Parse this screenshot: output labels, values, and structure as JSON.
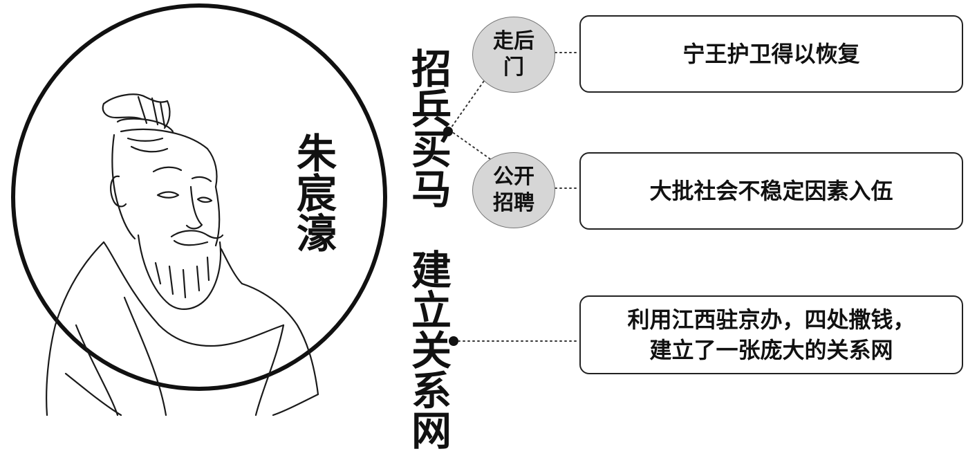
{
  "person": {
    "name": "朱宸濠"
  },
  "branches": [
    {
      "title": "招兵买马",
      "methods": [
        {
          "label": "走后门",
          "result": "宁王护卫得以恢复"
        },
        {
          "label": "公开招聘",
          "result": "大批社会不稳定因素入伍"
        }
      ]
    },
    {
      "title": "建立关系网",
      "result_lines": [
        "利用江西驻京办，四处撒钱，",
        "建立了一张庞大的关系网"
      ]
    }
  ],
  "colors": {
    "ink": "#111111",
    "circle_fill": "#d6d6d6",
    "background": "#ffffff"
  },
  "icons": {
    "portrait": "scholar-portrait-illustration"
  }
}
